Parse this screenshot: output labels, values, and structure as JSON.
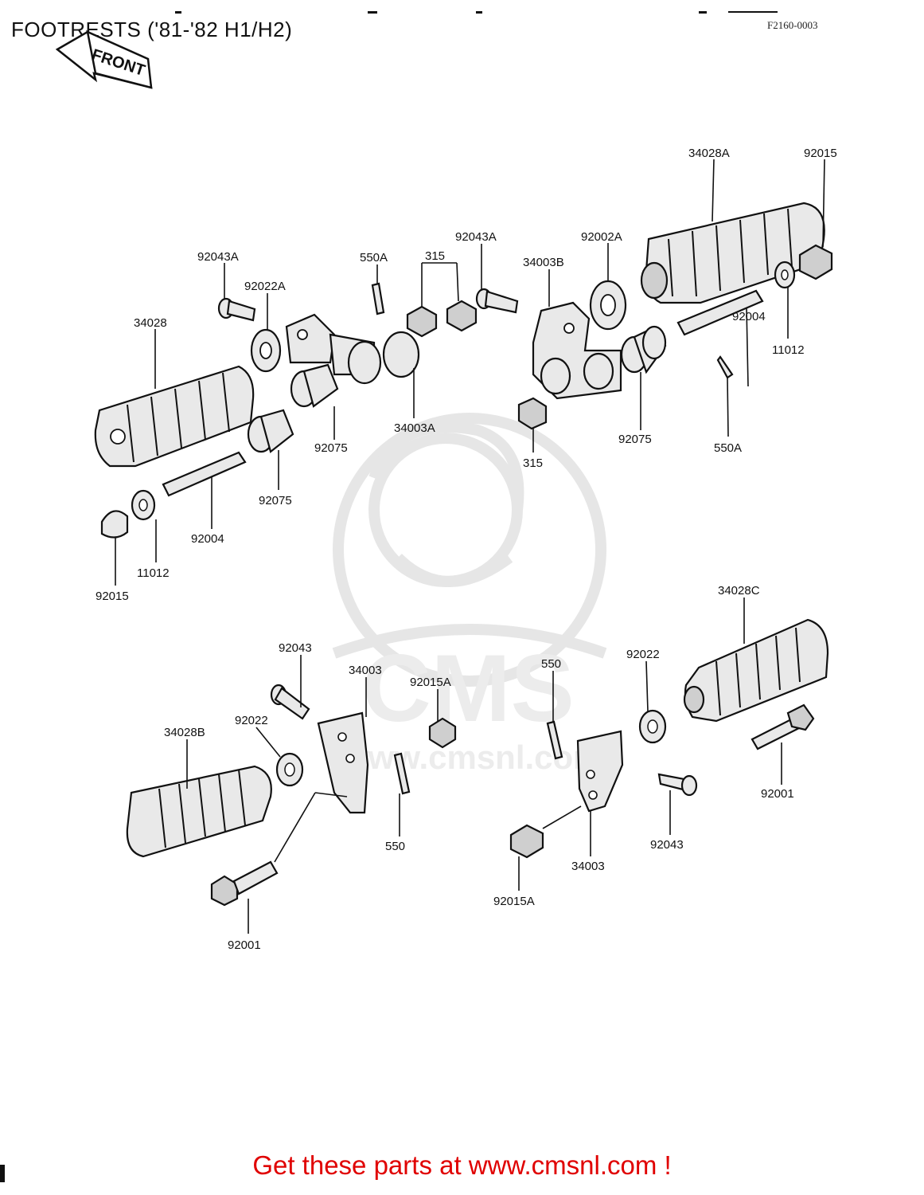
{
  "header": {
    "title": "FOOTRESTS ('81-'82 H1/H2)",
    "figure_code": "F2160-0003",
    "front_tag": "FRONT"
  },
  "watermark": {
    "brand": "CMS",
    "url": "www.cmsnl.com"
  },
  "labels": {
    "l_34028A": "34028A",
    "l_92015_tr": "92015",
    "l_92002A": "92002A",
    "l_92043A_c": "92043A",
    "l_315_top": "315",
    "l_550A_top": "550A",
    "l_92043A_l": "92043A",
    "l_92022A": "92022A",
    "l_34028": "34028",
    "l_34003B": "34003B",
    "l_92004_r": "92004",
    "l_11012_r": "11012",
    "l_34003A": "34003A",
    "l_92075_c": "92075",
    "l_92075_r": "92075",
    "l_315_b": "315",
    "l_550A_r": "550A",
    "l_92075_l": "92075",
    "l_92004_l": "92004",
    "l_11012_l": "11012",
    "l_92015_l": "92015",
    "l_34028C": "34028C",
    "l_92043_l": "92043",
    "l_34003_l": "34003",
    "l_92015A_t": "92015A",
    "l_550_t": "550",
    "l_92022_r": "92022",
    "l_34028B": "34028B",
    "l_92022_l": "92022",
    "l_550_b": "550",
    "l_92001_r": "92001",
    "l_92043_r": "92043",
    "l_34003_r": "34003",
    "l_92015A_b": "92015A",
    "l_92001_l": "92001"
  },
  "footer": {
    "cta": "Get these parts at www.cmsnl.com !",
    "cta_color": "#e00000"
  }
}
